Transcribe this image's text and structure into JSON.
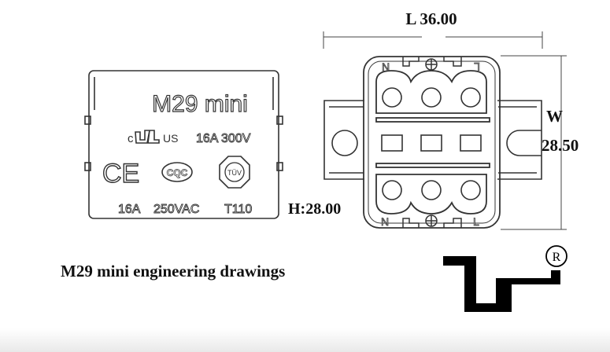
{
  "label_panel": {
    "model": "M29 mini",
    "ul_letters": "c",
    "ul_suffix": "US",
    "rating_1": "16A 300V",
    "ce_mark": "CE",
    "cqc_mark": "CQC",
    "tuv_mark": "TÜV",
    "rating_2": "16A",
    "rating_3": "250VAC",
    "rating_4": "T110"
  },
  "connector_drawing": {
    "length_label": "L 36.00",
    "width_letter": "W",
    "width_value": "28.50",
    "height_label": "H:28.00",
    "terminal_top_left": "N",
    "terminal_top_right": "L",
    "terminal_bottom_left": "N",
    "terminal_bottom_right": "L"
  },
  "caption": "M29 mini engineering drawings",
  "logo": {
    "registered_mark": "R"
  },
  "colors": {
    "line": "#333333",
    "ink": "#111111"
  }
}
